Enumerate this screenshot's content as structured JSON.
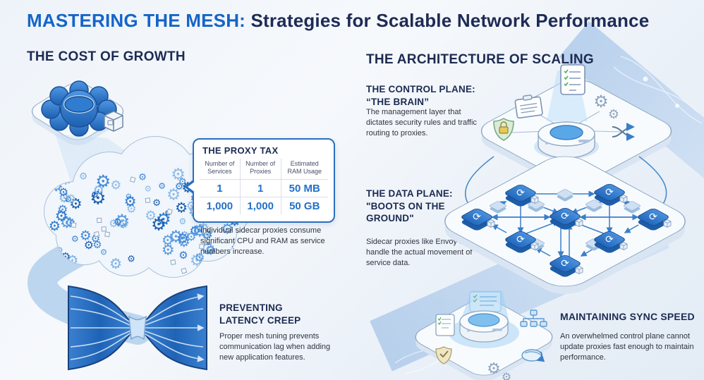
{
  "header": {
    "title_highlight": "MASTERING THE MESH:",
    "title_rest": " Strategies for Scalable Network Performance"
  },
  "left": {
    "section_title": "THE COST OF GROWTH",
    "proxy_tax": {
      "title": "THE PROXY TAX",
      "columns": [
        "Number of Services",
        "Number of Proxies",
        "Estimated RAM Usage"
      ],
      "rows": [
        [
          "1",
          "1",
          "50 MB"
        ],
        [
          "1,000",
          "1,000",
          "50 GB"
        ]
      ],
      "caption": "Individual sidecar proxies consume significant CPU and RAM as service numbers increase."
    },
    "latency": {
      "title": "PREVENTING LATENCY CREEP",
      "body": "Proper mesh tuning prevents communication lag when adding new application features."
    }
  },
  "right": {
    "section_title": "THE ARCHITECTURE OF SCALING",
    "control_plane": {
      "title": "THE CONTROL PLANE: “THE BRAIN”",
      "body": "The management layer that dictates security rules and traffic routing to proxies."
    },
    "data_plane": {
      "title": "THE DATA PLANE: \"BOOTS ON THE GROUND\"",
      "body": "Sidecar proxies like Envoy that handle the actual movement of service data."
    },
    "sync": {
      "title": "MAINTAINING SYNC SPEED",
      "body": "An overwhelmed control plane cannot update proxies fast enough to maintain performance."
    }
  },
  "colors": {
    "accent_blue": "#1565c8",
    "navy": "#1c2b52",
    "node_blue": "#2e7ad0",
    "table_value_blue": "#2470c8",
    "funnel_blue": "#2a72c4",
    "ribbon_blue": "#aecbe9"
  },
  "icons": {
    "gear": "⚙",
    "sync_arrows": "⟳"
  }
}
